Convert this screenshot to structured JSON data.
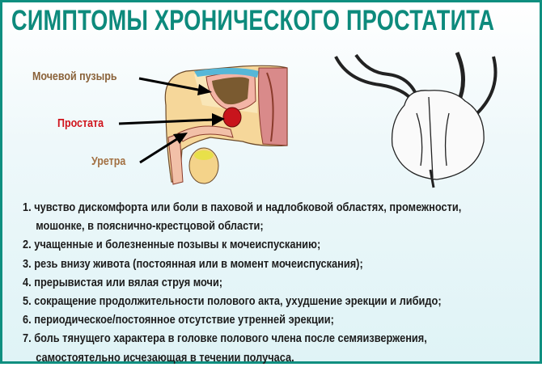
{
  "title": "СИМПТОМЫ ХРОНИЧЕСКОГО ПРОСТАТИТА",
  "labels": {
    "bladder": "Мочевой пузырь",
    "prostate": "Простата",
    "urethra": "Уретра"
  },
  "colors": {
    "accent": "#0d8a7c",
    "border": "#0f8f80",
    "bladder_label": "#8a6239",
    "prostate_label": "#d0141c",
    "urethra_label": "#a37143"
  },
  "symptoms": [
    {
      "lines": [
        "1. чувство дискомфорта или боли в паховой и надлобковой областях, промежности,",
        "мошонке, в пояснично-крестцовой области;"
      ]
    },
    {
      "lines": [
        "2. учащенные и болезненные позывы к мочеиспусканию;"
      ]
    },
    {
      "lines": [
        "3. резь внизу живота (постоянная или в момент мочеиспускания);"
      ]
    },
    {
      "lines": [
        "4. прерывистая или вялая струя мочи;"
      ]
    },
    {
      "lines": [
        "5. сокращение продолжительности полового акта, ухудшение эрекции и либидо;"
      ]
    },
    {
      "lines": [
        "6. периодическое/постоянное отсутствие утренней эрекции;"
      ]
    },
    {
      "lines": [
        "7. боль тянущего характера в головке полового члена после семяизвержения,",
        "самостоятельно исчезающая в течении получаса."
      ]
    }
  ]
}
